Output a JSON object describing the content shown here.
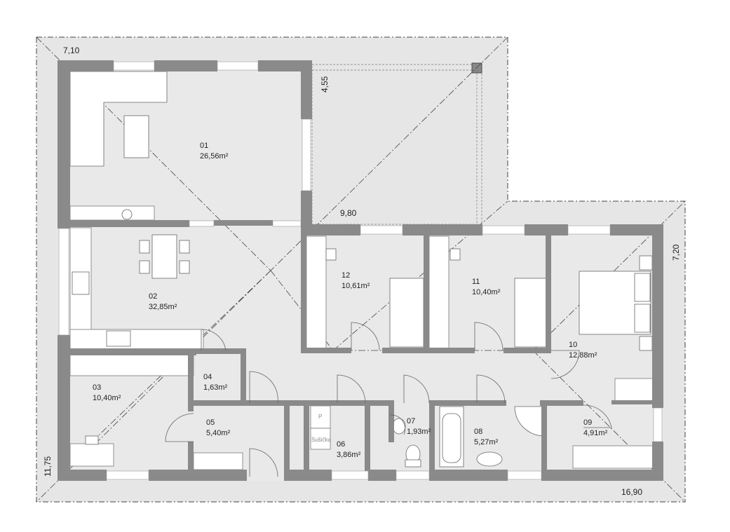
{
  "dimensions": {
    "top_left": "7,10",
    "left_height": "4,55",
    "middle": "9,80",
    "right_height": "7,20",
    "total_height": "11,75",
    "total_width": "16,90"
  },
  "rooms": [
    {
      "number": "01",
      "area": "26,56m²"
    },
    {
      "number": "02",
      "area": "32,85m²"
    },
    {
      "number": "03",
      "area": "10,40m²"
    },
    {
      "number": "04",
      "area": "1,63m²"
    },
    {
      "number": "05",
      "area": "5,40m²"
    },
    {
      "number": "06",
      "area": "3,86m²"
    },
    {
      "number": "07",
      "area": "1,93m²"
    },
    {
      "number": "08",
      "area": "5,27m²"
    },
    {
      "number": "09",
      "area": "4,91m²"
    },
    {
      "number": "10",
      "area": "12,88m²"
    },
    {
      "number": "11",
      "area": "10,40m²"
    },
    {
      "number": "12",
      "area": "10,61m²"
    }
  ],
  "appliances": {
    "boiler_letter": "P",
    "dryer_label": "Sušička"
  }
}
